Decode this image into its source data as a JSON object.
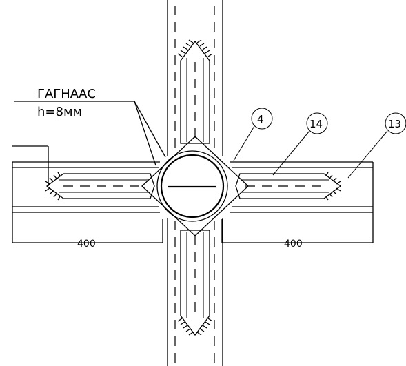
{
  "weld_note": {
    "title": "ГАГНААС",
    "height": "h=8мм"
  },
  "dimensions": {
    "left": "400",
    "right": "400"
  },
  "callouts": [
    "4",
    "14",
    "13"
  ]
}
